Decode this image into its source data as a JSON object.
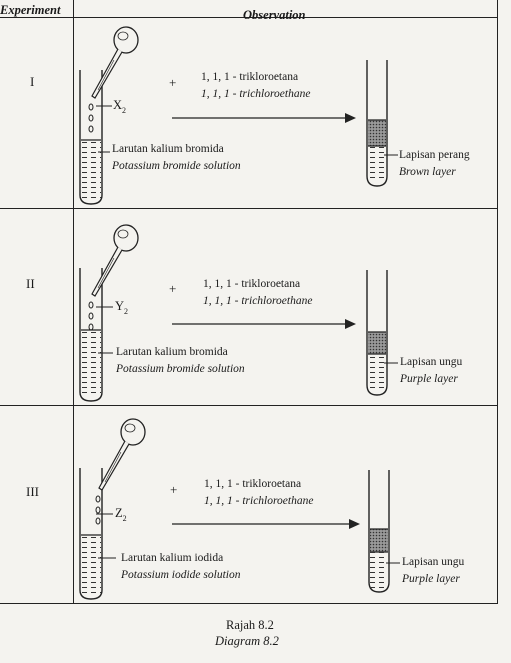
{
  "header": {
    "experiment": "Experiment",
    "observation": "Observation"
  },
  "rows": [
    {
      "label": "I",
      "halogen_letter": "X",
      "halogen_sub": "2",
      "reagent_my": "1, 1, 1 - trikloroetana",
      "reagent_en": "1, 1, 1 - trichloroethane",
      "solution_my": "Larutan kalium bromida",
      "solution_en": "Potassium bromide solution",
      "layer_my": "Lapisan perang",
      "layer_en": "Brown layer"
    },
    {
      "label": "II",
      "halogen_letter": "Y",
      "halogen_sub": "2",
      "reagent_my": "1, 1, 1 - trikloroetana",
      "reagent_en": "1, 1, 1 - trichloroethane",
      "solution_my": "Larutan kalium bromida",
      "solution_en": "Potassium bromide solution",
      "layer_my": "Lapisan ungu",
      "layer_en": "Purple layer"
    },
    {
      "label": "III",
      "halogen_letter": "Z",
      "halogen_sub": "2",
      "reagent_my": "1, 1, 1 - trikloroetana",
      "reagent_en": "1, 1, 1 - trichloroethane",
      "solution_my": "Larutan kalium iodida",
      "solution_en": "Potassium iodide solution",
      "layer_my": "Lapisan ungu",
      "layer_en": "Purple layer"
    }
  ],
  "plus_sign": "+",
  "caption": {
    "my": "Rajah 8.2",
    "en": "Diagram 8.2"
  }
}
